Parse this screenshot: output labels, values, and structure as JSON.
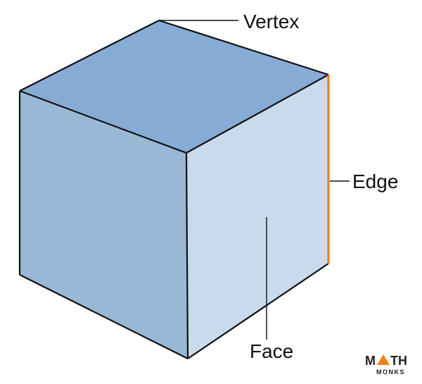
{
  "labels": {
    "vertex": "Vertex",
    "edge": "Edge",
    "face": "Face"
  },
  "logo": {
    "line1_left": "M",
    "line1_right": "TH",
    "line2": "MONKS"
  },
  "colors": {
    "top_face": "#86abd5",
    "left_face": "#99b8d6",
    "right_face": "#c8daec",
    "outline": "#111111",
    "highlighted_edge": "#f07f1f",
    "logo_accent": "#f07f1f"
  }
}
